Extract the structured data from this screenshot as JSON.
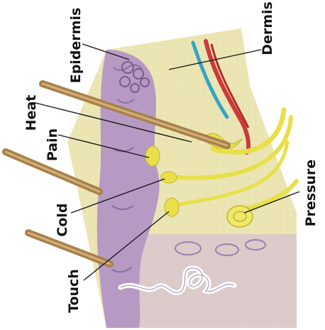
{
  "diagram": {
    "labels": {
      "epidermis": "Epidermis",
      "dermis": "Dermis",
      "heat": "Heat",
      "pain": "Pain",
      "cold": "Cold",
      "touch": "Touch",
      "pressure": "Pressure"
    },
    "colors": {
      "skin_block": "#ece6b4",
      "epidermis_layer": "#b79ac4",
      "nerve": "#e8df4a",
      "artery": "#cc3a3a",
      "vein": "#2fa6c8",
      "probe": "#a9804a",
      "gland_coil": "#ffffff",
      "text": "#111111"
    }
  }
}
